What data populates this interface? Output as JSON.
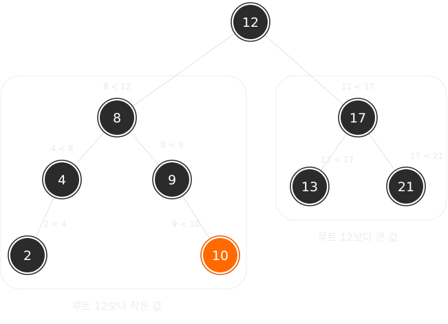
{
  "colors": {
    "node": "#2b2b2b",
    "highlight": "#ff6a00",
    "edge": "#e6e6e6",
    "label": "#e9e9e9"
  },
  "nodes": [
    {
      "id": "n12",
      "label": "12"
    },
    {
      "id": "n8",
      "label": "8"
    },
    {
      "id": "n17",
      "label": "17"
    },
    {
      "id": "n4",
      "label": "4"
    },
    {
      "id": "n9",
      "label": "9"
    },
    {
      "id": "n13",
      "label": "13"
    },
    {
      "id": "n21",
      "label": "21"
    },
    {
      "id": "n2",
      "label": "2"
    },
    {
      "id": "n10",
      "label": "10",
      "highlighted": true
    }
  ],
  "edges": [
    {
      "from": "n12",
      "to": "n8",
      "label": "8 < 12"
    },
    {
      "from": "n12",
      "to": "n17",
      "label": "12 < 17"
    },
    {
      "from": "n8",
      "to": "n4",
      "label": "4 < 8"
    },
    {
      "from": "n8",
      "to": "n9",
      "label": "8 < 9"
    },
    {
      "from": "n17",
      "to": "n13",
      "label": "13 < 17"
    },
    {
      "from": "n17",
      "to": "n21",
      "label": "17 < 21"
    },
    {
      "from": "n4",
      "to": "n2",
      "label": "2 < 4"
    },
    {
      "from": "n9",
      "to": "n10",
      "label": "9 < 10"
    }
  ],
  "groups": [
    {
      "id": "left",
      "caption": "루트 12보다 작은 값"
    },
    {
      "id": "right",
      "caption": "루트 12보다 큰 값"
    }
  ]
}
